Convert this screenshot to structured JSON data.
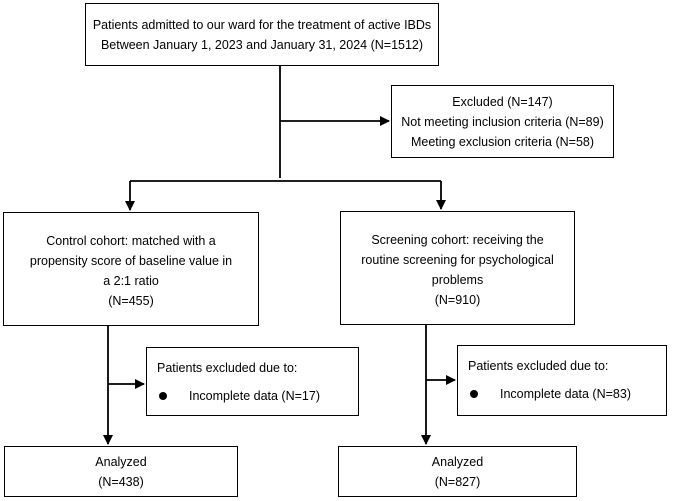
{
  "top": {
    "line1": "Patients admitted to our ward for the treatment of active IBDs",
    "line2": "Between January 1, 2023 and January 31, 2024 (N=1512)"
  },
  "excluded": {
    "line1": "Excluded (N=147)",
    "line2": "Not meeting inclusion criteria (N=89)",
    "line3": "Meeting exclusion criteria (N=58)"
  },
  "control": {
    "line1": "Control cohort: matched with a",
    "line2": "propensity score of baseline value in",
    "line3": "a 2:1 ratio",
    "line4": "(N=455)"
  },
  "screening": {
    "line1": "Screening cohort: receiving the",
    "line2": "routine screening for psychological",
    "line3": "problems",
    "line4": "(N=910)"
  },
  "control_excluded": {
    "title": "Patients excluded due to:",
    "item": "Incomplete data (N=17)"
  },
  "screening_excluded": {
    "title": "Patients excluded due to:",
    "item": "Incomplete data (N=83)"
  },
  "control_analyzed": {
    "label": "Analyzed",
    "count": "(N=438)"
  },
  "screening_analyzed": {
    "label": "Analyzed",
    "count": "(N=827)"
  }
}
